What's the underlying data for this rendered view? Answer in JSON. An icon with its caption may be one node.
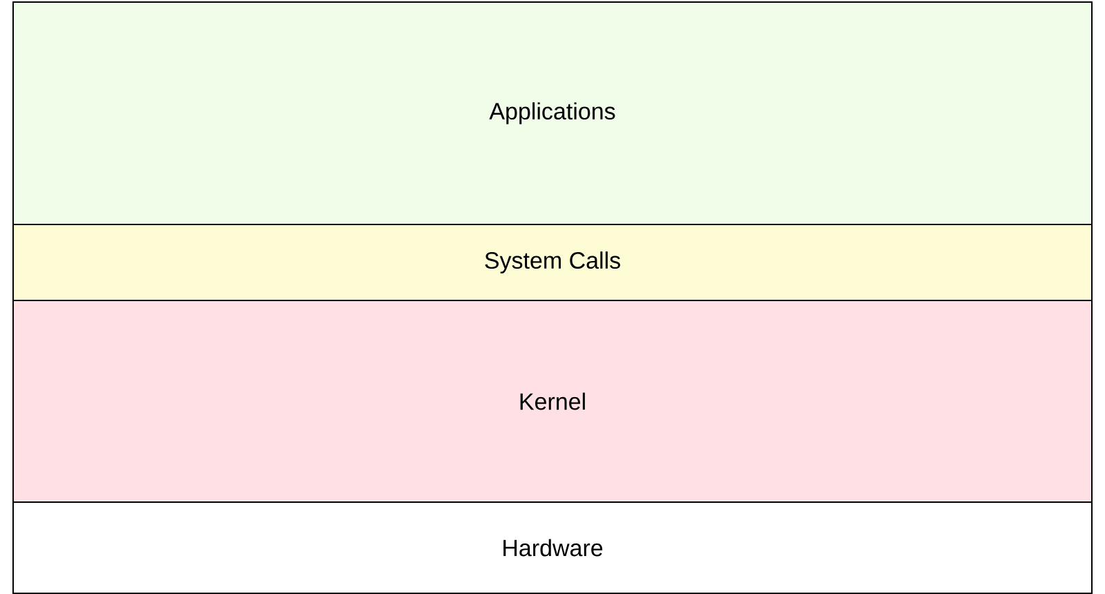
{
  "diagram": {
    "nodes": [
      {
        "text": [
          "Applications"
        ]
      },
      {
        "text": [
          "System Calls"
        ]
      },
      {
        "text": [
          "Kernel"
        ]
      },
      {
        "text": [
          "Hardware"
        ]
      }
    ]
  }
}
